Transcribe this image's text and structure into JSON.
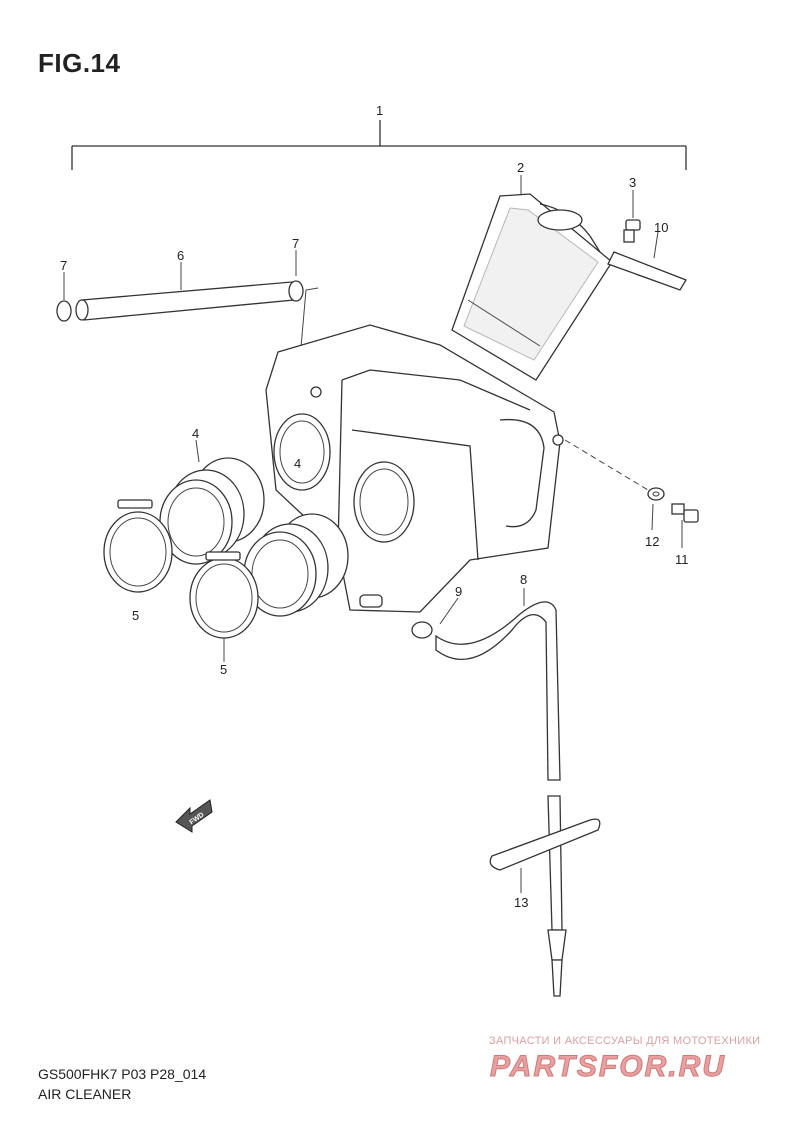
{
  "figure": {
    "title": "FIG.14"
  },
  "callouts": {
    "c1": "1",
    "c2": "2",
    "c3": "3",
    "c4a": "4",
    "c4b": "4",
    "c5a": "5",
    "c5b": "5",
    "c6": "6",
    "c7a": "7",
    "c7b": "7",
    "c8": "8",
    "c9": "9",
    "c10": "10",
    "c11": "11",
    "c12": "12",
    "c13": "13"
  },
  "fwd_arrow": {
    "label": "FWD"
  },
  "footer": {
    "model": "GS500FHK7 P03 P28_014",
    "section": "AIR CLEANER"
  },
  "watermark": {
    "tagline": "ЗАПЧАСТИ И АКСЕССУАРЫ ДЛЯ МОТОТЕХНИКИ",
    "brand": "PARTSFOR.RU",
    "color": "#e8a0a0"
  }
}
